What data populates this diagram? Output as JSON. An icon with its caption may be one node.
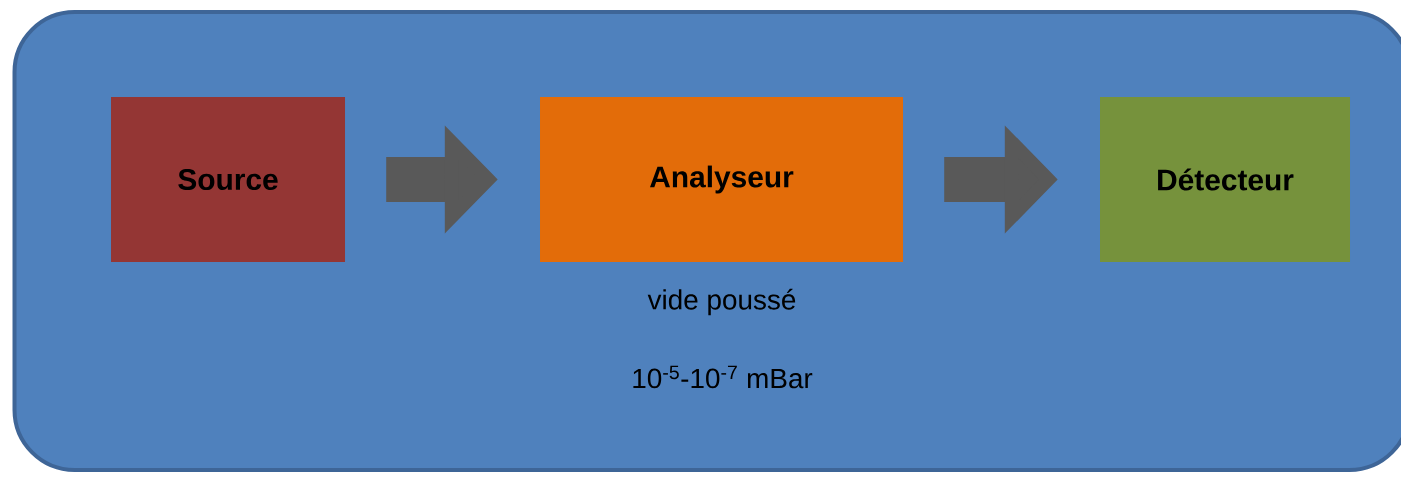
{
  "diagram": {
    "nodes": [
      {
        "text": [
          "vide poussé",
          "10$^{-5}$-10$^{-7}$ mBar"
        ]
      },
      {
        "text": [
          "Source"
        ],
        "in": 0
      },
      {
        "text": [
          "Analyseur"
        ],
        "in": 0
      },
      {
        "text": [
          "Détecteur"
        ],
        "in": 0
      }
    ],
    "edges": [
      {
        "from": 1,
        "to": 2,
        "arrow": "to"
      },
      {
        "from": 2,
        "to": 3,
        "arrow": "to"
      }
    ]
  }
}
